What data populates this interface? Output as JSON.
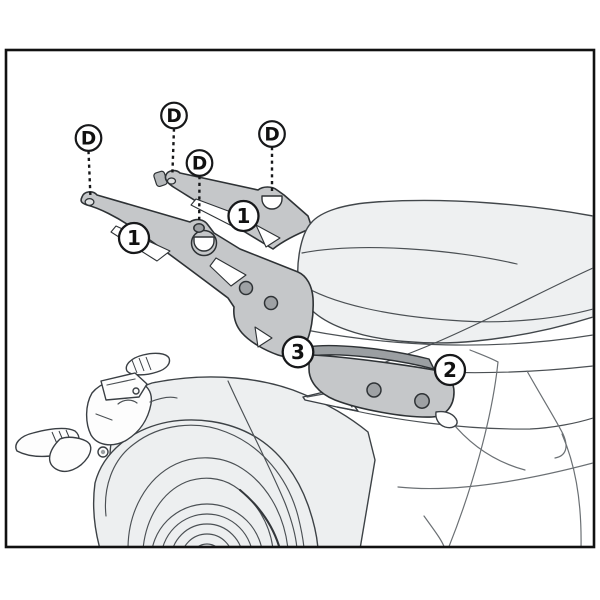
{
  "figure": {
    "type": "technical-illustration",
    "subject": "motorcycle-rear-rack-mounting-diagram",
    "callouts": {
      "d1": "D",
      "d2": "D",
      "d3": "D",
      "d4": "D",
      "arm_left": "1",
      "arm_right": "1",
      "side_bracket": "2",
      "center_plate": "3"
    },
    "colors": {
      "background": "#ffffff",
      "frame_border": "#111111",
      "outline": "#2e3235",
      "body_line": "#4b5054",
      "part_fill": "#c5c7c9",
      "part_dark": "#9b9fa2",
      "body_fill": "#eef0f1",
      "callout_text": "#111111"
    }
  }
}
